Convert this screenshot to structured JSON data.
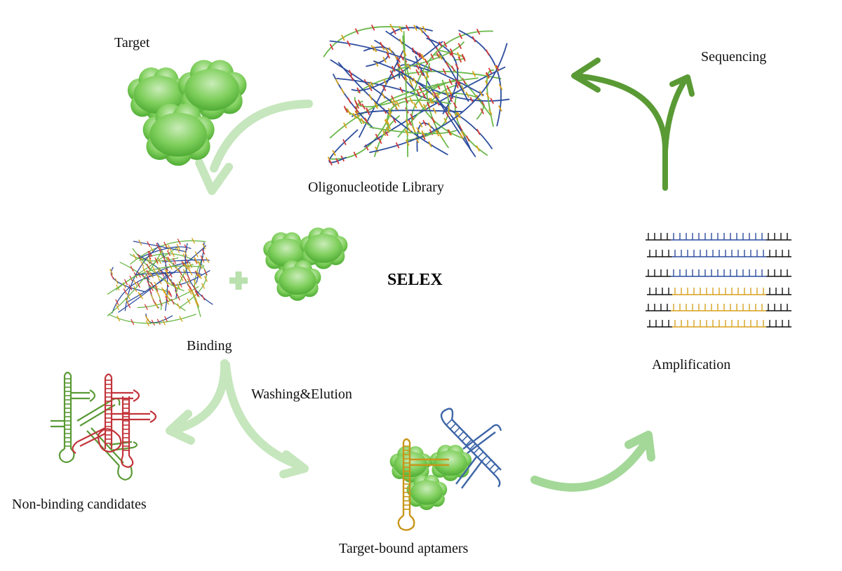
{
  "title": "SELEX",
  "labels": {
    "target": "Target",
    "library": "Oligonucleotide Library",
    "sequencing": "Sequencing",
    "binding": "Binding",
    "washing": "Washing&Elution",
    "amplification": "Amplification",
    "non_binding": "Non-binding candidates",
    "bound": "Target-bound aptamers"
  },
  "colors": {
    "arrow_light": "#c6e6bd",
    "arrow_mid": "#93d08a",
    "arrow_dark": "#5a9a35",
    "target_green": "#5fbf45",
    "strand_blue": "#2d4d9e",
    "strand_green": "#6bb84a",
    "strand_red": "#d33a3a",
    "strand_orange": "#d7a11e",
    "aptamer_red": "#c2343b",
    "aptamer_green": "#5a9a35",
    "aptamer_orange": "#c8961a",
    "aptamer_blue": "#3e66a8"
  }
}
